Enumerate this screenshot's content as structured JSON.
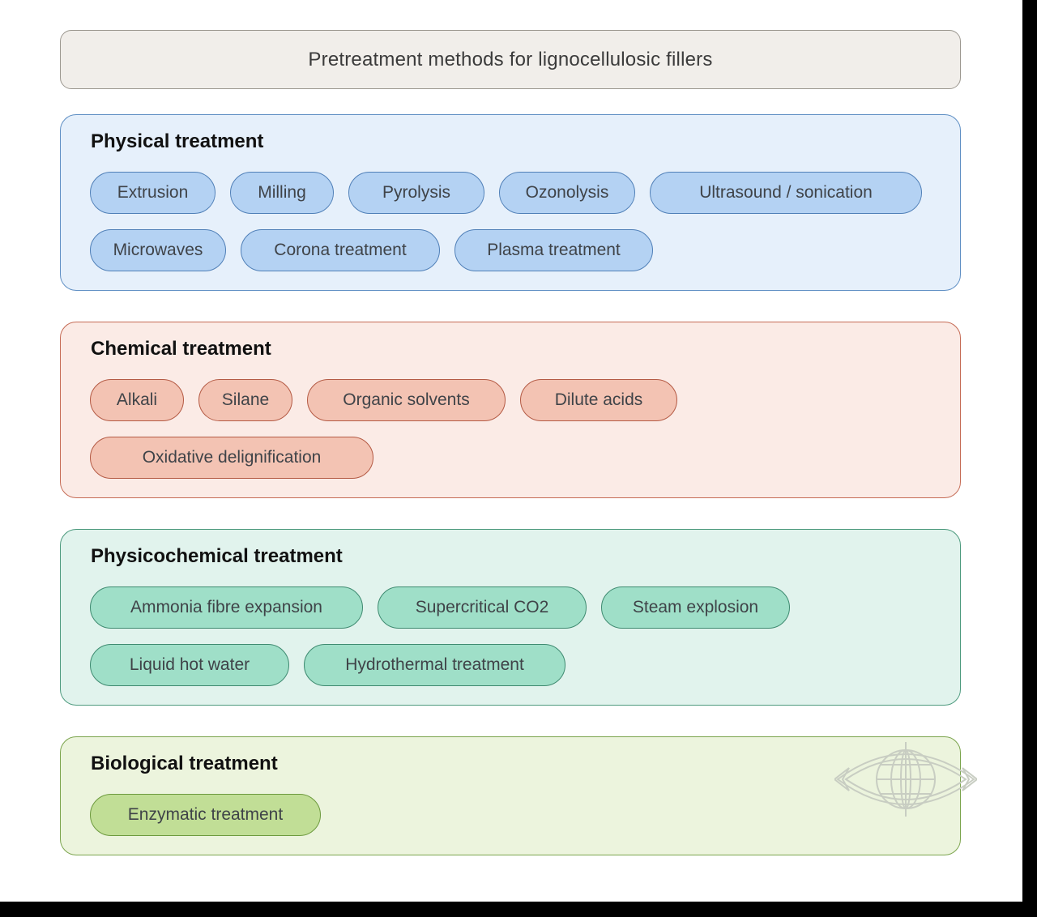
{
  "title": "Pretreatment methods for lignocellulosic fillers",
  "colors": {
    "physical": "#b4d2f3",
    "chemical": "#f3c3b3",
    "physicochemical": "#9fdfc8",
    "biological": "#c1de96"
  },
  "groups": {
    "physical": {
      "title": "Physical treatment",
      "items": [
        "Extrusion",
        "Milling",
        "Pyrolysis",
        "Ozonolysis",
        "Ultrasound / sonication",
        "Microwaves",
        "Corona treatment",
        "Plasma treatment"
      ]
    },
    "chemical": {
      "title": "Chemical treatment",
      "items": [
        "Alkali",
        "Silane",
        "Organic solvents",
        "Dilute acids",
        "Oxidative delignification"
      ]
    },
    "physicochemical": {
      "title": "Physicochemical treatment",
      "items": [
        "Ammonia fibre expansion",
        "Supercritical CO2",
        "Steam explosion",
        "Liquid hot water",
        "Hydrothermal treatment"
      ]
    },
    "biological": {
      "title": "Biological treatment",
      "items": [
        "Enzymatic treatment"
      ]
    }
  },
  "watermark_icon": "globe-eye-logo"
}
